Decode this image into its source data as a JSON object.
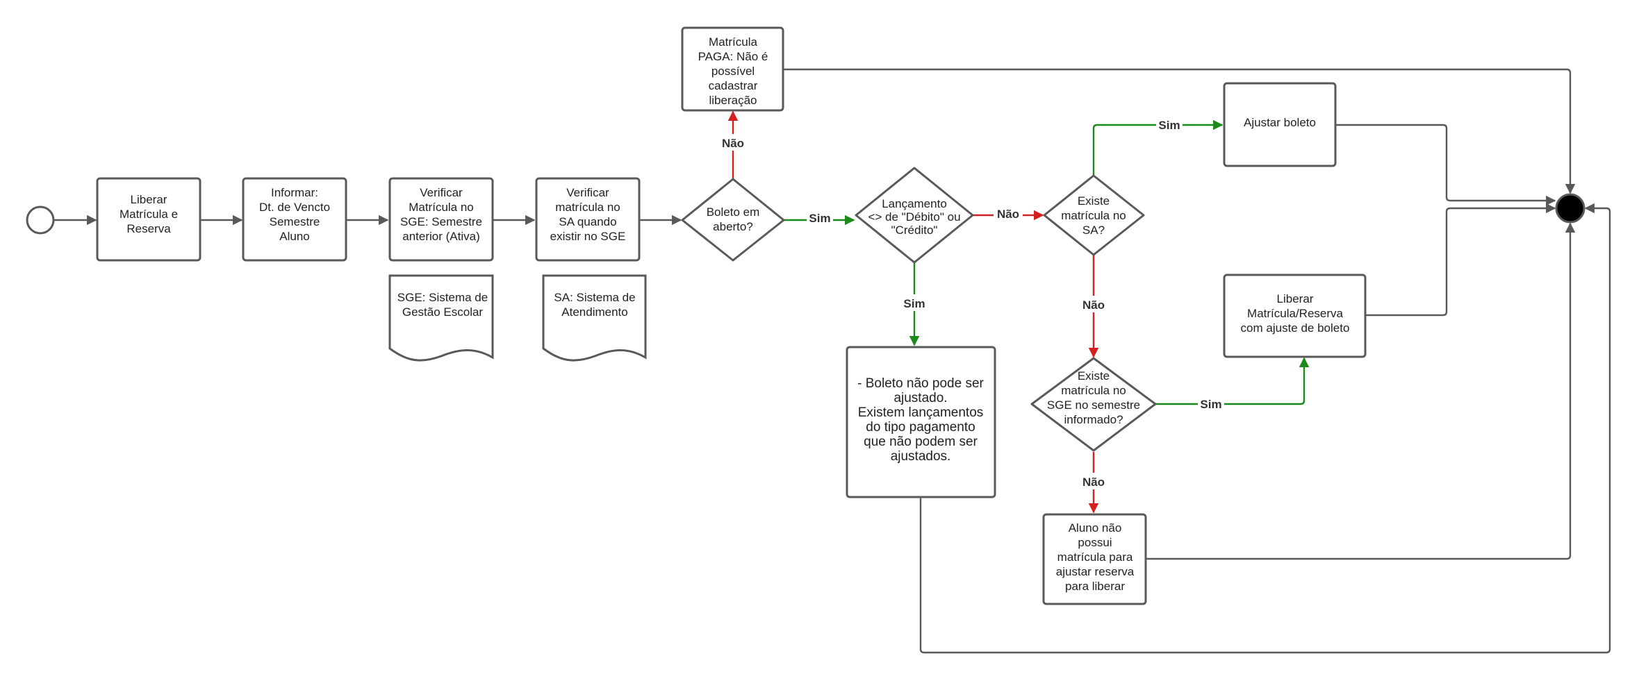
{
  "colors": {
    "gray": "#595959",
    "green": "#1a8a1a",
    "red": "#d42020",
    "end": "#000000"
  },
  "nodes": {
    "liberar": [
      "Liberar",
      "Matrícula e",
      "Reserva"
    ],
    "informar": [
      "Informar:",
      "Dt. de Vencto",
      "Semestre",
      "Aluno"
    ],
    "verificar_sge": [
      "Verificar",
      "Matrícula no",
      "SGE: Semestre",
      "anterior (Ativa)"
    ],
    "verificar_sa": [
      "Verificar",
      "matrícula no",
      "SA quando",
      "existir no SGE"
    ],
    "doc_sge": [
      "SGE: Sistema de",
      "Gestão Escolar"
    ],
    "doc_sa": [
      "SA: Sistema de",
      "Atendimento"
    ],
    "boleto_aberto": [
      "Boleto em",
      "aberto?"
    ],
    "matricula_paga": [
      "Matrícula",
      "PAGA: Não é",
      "possível",
      "cadastrar",
      "liberação"
    ],
    "lancamento": [
      "Lançamento",
      "<> de \"Débito\" ou",
      "\"Crédito\""
    ],
    "boleto_nao_ajustado": [
      "- Boleto não pode ser",
      "ajustado.",
      "Existem lançamentos",
      "do tipo pagamento",
      "que não podem ser",
      "ajustados."
    ],
    "existe_sa": [
      "Existe",
      "matrícula no",
      "SA?"
    ],
    "ajustar_boleto": [
      "Ajustar boleto"
    ],
    "existe_sge": [
      "Existe",
      "matrícula no",
      "SGE no semestre",
      "informado?"
    ],
    "liberar_ajuste": [
      "Liberar",
      "Matrícula/Reserva",
      "com ajuste de boleto"
    ],
    "aluno_nao": [
      "Aluno não",
      "possui",
      "matrícula para",
      "ajustar  reserva",
      "para liberar"
    ]
  },
  "edge_labels": {
    "nao_paga": "Não",
    "sim_lancamento": "Sim",
    "sim_doc": "Sim",
    "nao_existe_sa": "Não",
    "sim_ajustar": "Sim",
    "nao_existe_sge": "Não",
    "sim_liberar": "Sim",
    "nao_aluno": "Não"
  }
}
